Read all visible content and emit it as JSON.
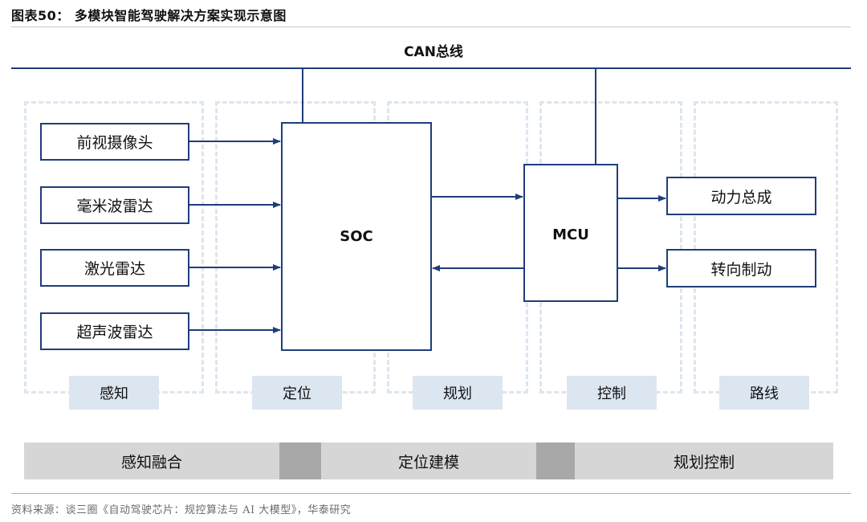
{
  "title": "图表50：  多模块智能驾驶解决方案实现示意图",
  "bus": {
    "label": "CAN总线"
  },
  "sensors": [
    "前视摄像头",
    "毫米波雷达",
    "激光雷达",
    "超声波雷达"
  ],
  "chips": {
    "soc": "SOC",
    "mcu": "MCU"
  },
  "actuators": [
    "动力总成",
    "转向制动"
  ],
  "panels": [
    "感知",
    "定位",
    "规划",
    "控制",
    "路线"
  ],
  "stages": [
    "感知融合",
    "定位建模",
    "规划控制"
  ],
  "colors": {
    "line": "#1f3d7a",
    "panel": "#dce6f1",
    "stage": "#d6d6d6",
    "stage_sep": "#a8a8a8"
  },
  "source": "资料来源：谈三圈《自动驾驶芯片：规控算法与 AI 大模型》，华泰研究"
}
